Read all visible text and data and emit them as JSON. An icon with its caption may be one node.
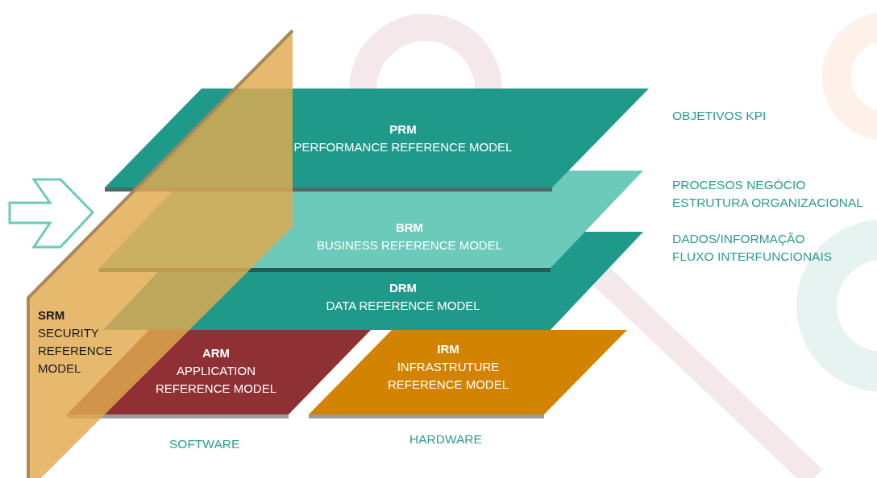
{
  "diagram": {
    "nodes": [
      {
        "text": [
          "PRM",
          "PERFORMANCE REFERENCE MODEL"
        ],
        "beside": [
          "OBJETIVOS KPI"
        ]
      },
      {
        "text": [
          "BRM",
          "BUSINESS REFERENCE MODEL"
        ],
        "beside": [
          "PROCESOS NEGÓCIO",
          "ESTRUTURA ORGANIZACIONAL"
        ]
      },
      {
        "text": [
          "DRM",
          "DATA REFERENCE MODEL"
        ],
        "beside": [
          "DADOS/INFORMAÇÃO",
          "FLUXO INTERFUNCIONAIS"
        ]
      },
      {
        "text": [
          "SRM",
          "SECURITY REFERENCE MODEL"
        ]
      },
      {
        "text": [
          "ARM",
          "APPLICATION REFERENCE MODEL"
        ]
      },
      {
        "text": [
          "IRM",
          "INFRASTRUTURE REFERENCE MODEL"
        ]
      }
    ],
    "labels": [
      "SOFTWARE",
      "HARDWARE"
    ]
  }
}
